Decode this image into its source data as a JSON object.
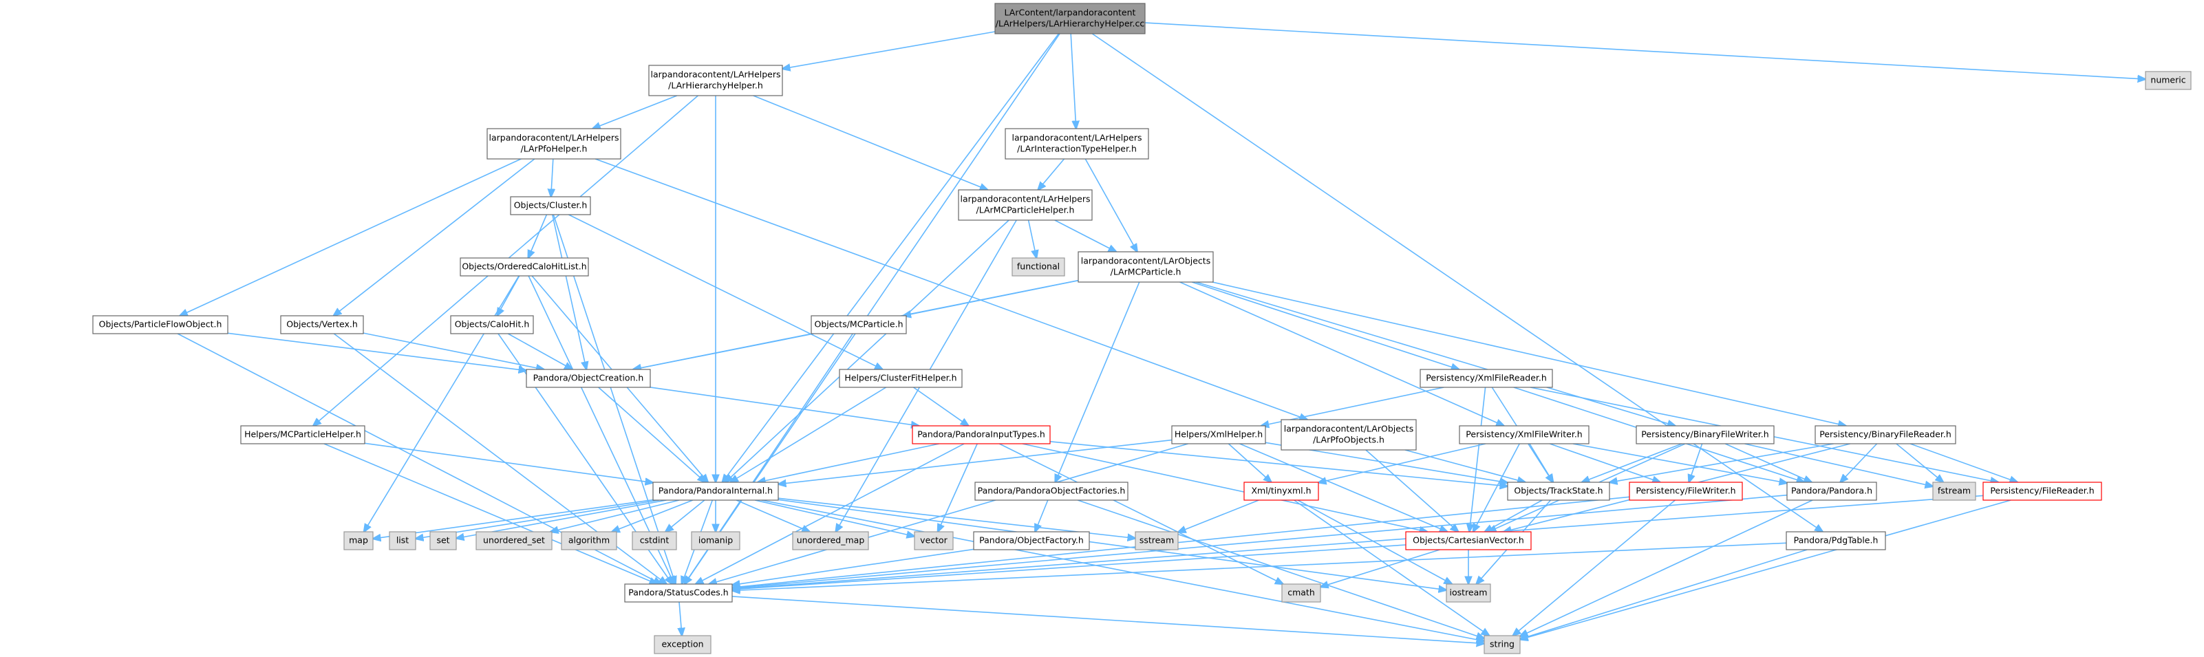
{
  "graph": {
    "title": "LArContent/larpandoracontent/LArHelpers/LArHierarchyHelper.cc",
    "colors": {
      "edge": "#63b8ff",
      "root_fill": "#999999",
      "root_border": "#666666",
      "normal_fill": "#ffffff",
      "normal_border": "#666666",
      "system_fill": "#e0e0e0",
      "system_border": "#999999",
      "missing_border": "#ff0000"
    },
    "nodes": [
      {
        "id": "root",
        "lines": [
          "LArContent/larpandoracontent",
          "/LArHelpers/LArHierarchyHelper.cc"
        ],
        "style": "root"
      },
      {
        "id": "numeric",
        "lines": [
          "numeric"
        ],
        "style": "system"
      },
      {
        "id": "hh",
        "lines": [
          "larpandoracontent/LArHelpers",
          "/LArHierarchyHelper.h"
        ],
        "style": "normal"
      },
      {
        "id": "ith",
        "lines": [
          "larpandoracontent/LArHelpers",
          "/LArInteractionTypeHelper.h"
        ],
        "style": "normal"
      },
      {
        "id": "pfo",
        "lines": [
          "larpandoracontent/LArHelpers",
          "/LArPfoHelper.h"
        ],
        "style": "normal"
      },
      {
        "id": "mcph",
        "lines": [
          "larpandoracontent/LArHelpers",
          "/LArMCParticleHelper.h"
        ],
        "style": "normal"
      },
      {
        "id": "cluster",
        "lines": [
          "Objects/Cluster.h"
        ],
        "style": "normal"
      },
      {
        "id": "functional",
        "lines": [
          "functional"
        ],
        "style": "system"
      },
      {
        "id": "larmcp",
        "lines": [
          "larpandoracontent/LArObjects",
          "/LArMCParticle.h"
        ],
        "style": "normal"
      },
      {
        "id": "ochl",
        "lines": [
          "Objects/OrderedCaloHitList.h"
        ],
        "style": "normal"
      },
      {
        "id": "pfobj",
        "lines": [
          "Objects/ParticleFlowObject.h"
        ],
        "style": "normal"
      },
      {
        "id": "vertex",
        "lines": [
          "Objects/Vertex.h"
        ],
        "style": "normal"
      },
      {
        "id": "calohit",
        "lines": [
          "Objects/CaloHit.h"
        ],
        "style": "normal"
      },
      {
        "id": "mcp",
        "lines": [
          "Objects/MCParticle.h"
        ],
        "style": "normal"
      },
      {
        "id": "objcreate",
        "lines": [
          "Pandora/ObjectCreation.h"
        ],
        "style": "normal"
      },
      {
        "id": "cfh",
        "lines": [
          "Helpers/ClusterFitHelper.h"
        ],
        "style": "normal"
      },
      {
        "id": "xmlreader",
        "lines": [
          "Persistency/XmlFileReader.h"
        ],
        "style": "normal"
      },
      {
        "id": "mcphelper",
        "lines": [
          "Helpers/MCParticleHelper.h"
        ],
        "style": "normal"
      },
      {
        "id": "pit",
        "lines": [
          "Pandora/PandoraInputTypes.h"
        ],
        "style": "missing"
      },
      {
        "id": "xmlhelper",
        "lines": [
          "Helpers/XmlHelper.h"
        ],
        "style": "normal"
      },
      {
        "id": "larpfo",
        "lines": [
          "larpandoracontent/LArObjects",
          "/LArPfoObjects.h"
        ],
        "style": "normal"
      },
      {
        "id": "xmlwriter",
        "lines": [
          "Persistency/XmlFileWriter.h"
        ],
        "style": "normal"
      },
      {
        "id": "binwriter",
        "lines": [
          "Persistency/BinaryFileWriter.h"
        ],
        "style": "normal"
      },
      {
        "id": "binreader",
        "lines": [
          "Persistency/BinaryFileReader.h"
        ],
        "style": "normal"
      },
      {
        "id": "tinyxml",
        "lines": [
          "Xml/tinyxml.h"
        ],
        "style": "missing"
      },
      {
        "id": "pi",
        "lines": [
          "Pandora/PandoraInternal.h"
        ],
        "style": "normal"
      },
      {
        "id": "pof",
        "lines": [
          "Pandora/PandoraObjectFactories.h"
        ],
        "style": "normal"
      },
      {
        "id": "trackstate",
        "lines": [
          "Objects/TrackState.h"
        ],
        "style": "normal"
      },
      {
        "id": "filewriter",
        "lines": [
          "Persistency/FileWriter.h"
        ],
        "style": "missing"
      },
      {
        "id": "pandora",
        "lines": [
          "Pandora/Pandora.h"
        ],
        "style": "normal"
      },
      {
        "id": "fstream",
        "lines": [
          "fstream"
        ],
        "style": "system"
      },
      {
        "id": "filereader",
        "lines": [
          "Persistency/FileReader.h"
        ],
        "style": "missing"
      },
      {
        "id": "map",
        "lines": [
          "map"
        ],
        "style": "system"
      },
      {
        "id": "list",
        "lines": [
          "list"
        ],
        "style": "system"
      },
      {
        "id": "set",
        "lines": [
          "set"
        ],
        "style": "system"
      },
      {
        "id": "uset",
        "lines": [
          "unordered_set"
        ],
        "style": "system"
      },
      {
        "id": "algorithm",
        "lines": [
          "algorithm"
        ],
        "style": "system"
      },
      {
        "id": "cstdint",
        "lines": [
          "cstdint"
        ],
        "style": "system"
      },
      {
        "id": "iomanip",
        "lines": [
          "iomanip"
        ],
        "style": "system"
      },
      {
        "id": "umap",
        "lines": [
          "unordered_map"
        ],
        "style": "system"
      },
      {
        "id": "vector",
        "lines": [
          "vector"
        ],
        "style": "system"
      },
      {
        "id": "objfactory",
        "lines": [
          "Pandora/ObjectFactory.h"
        ],
        "style": "normal"
      },
      {
        "id": "sstream",
        "lines": [
          "sstream"
        ],
        "style": "system"
      },
      {
        "id": "cartvec",
        "lines": [
          "Objects/CartesianVector.h"
        ],
        "style": "missing"
      },
      {
        "id": "pdgtable",
        "lines": [
          "Pandora/PdgTable.h"
        ],
        "style": "normal"
      },
      {
        "id": "cmath",
        "lines": [
          "cmath"
        ],
        "style": "system"
      },
      {
        "id": "iostream",
        "lines": [
          "iostream"
        ],
        "style": "system"
      },
      {
        "id": "statuscodes",
        "lines": [
          "Pandora/StatusCodes.h"
        ],
        "style": "normal"
      },
      {
        "id": "exception",
        "lines": [
          "exception"
        ],
        "style": "system"
      },
      {
        "id": "string",
        "lines": [
          "string"
        ],
        "style": "system"
      }
    ],
    "edges": [
      [
        "root",
        "hh"
      ],
      [
        "root",
        "ith"
      ],
      [
        "root",
        "numeric"
      ],
      [
        "root",
        "pdgtable"
      ],
      [
        "root",
        "pi"
      ],
      [
        "root",
        "statuscodes"
      ],
      [
        "hh",
        "pfo"
      ],
      [
        "hh",
        "mcph"
      ],
      [
        "hh",
        "mcphelper"
      ],
      [
        "hh",
        "pi"
      ],
      [
        "ith",
        "mcph"
      ],
      [
        "ith",
        "larmcp"
      ],
      [
        "pfo",
        "cluster"
      ],
      [
        "pfo",
        "pfobj"
      ],
      [
        "pfo",
        "vertex"
      ],
      [
        "pfo",
        "larpfo"
      ],
      [
        "mcph",
        "larmcp"
      ],
      [
        "mcph",
        "functional"
      ],
      [
        "mcph",
        "pi"
      ],
      [
        "mcph",
        "umap"
      ],
      [
        "cluster",
        "ochl"
      ],
      [
        "cluster",
        "objcreate"
      ],
      [
        "cluster",
        "statuscodes"
      ],
      [
        "cluster",
        "cfh"
      ],
      [
        "ochl",
        "calohit"
      ],
      [
        "ochl",
        "pi"
      ],
      [
        "ochl",
        "map"
      ],
      [
        "ochl",
        "statuscodes"
      ],
      [
        "larmcp",
        "mcp"
      ],
      [
        "larmcp",
        "objcreate"
      ],
      [
        "larmcp",
        "pof"
      ],
      [
        "larmcp",
        "xmlreader"
      ],
      [
        "larmcp",
        "xmlwriter"
      ],
      [
        "larmcp",
        "binwriter"
      ],
      [
        "larmcp",
        "binreader"
      ],
      [
        "pfobj",
        "objcreate"
      ],
      [
        "pfobj",
        "statuscodes"
      ],
      [
        "vertex",
        "objcreate"
      ],
      [
        "vertex",
        "statuscodes"
      ],
      [
        "calohit",
        "objcreate"
      ],
      [
        "calohit",
        "statuscodes"
      ],
      [
        "mcp",
        "objcreate"
      ],
      [
        "mcp",
        "statuscodes"
      ],
      [
        "cfh",
        "pit"
      ],
      [
        "cfh",
        "pi"
      ],
      [
        "objcreate",
        "pit"
      ],
      [
        "objcreate",
        "pi"
      ],
      [
        "xmlreader",
        "xmlhelper"
      ],
      [
        "xmlreader",
        "trackstate"
      ],
      [
        "xmlreader",
        "pandora"
      ],
      [
        "xmlreader",
        "filereader"
      ],
      [
        "xmlreader",
        "cartvec"
      ],
      [
        "mcphelper",
        "pi"
      ],
      [
        "mcphelper",
        "statuscodes"
      ],
      [
        "pit",
        "pi"
      ],
      [
        "pit",
        "trackstate"
      ],
      [
        "pit",
        "cartvec"
      ],
      [
        "pit",
        "vector"
      ],
      [
        "pit",
        "cmath"
      ],
      [
        "pit",
        "statuscodes"
      ],
      [
        "xmlhelper",
        "tinyxml"
      ],
      [
        "xmlhelper",
        "trackstate"
      ],
      [
        "xmlhelper",
        "cartvec"
      ],
      [
        "xmlhelper",
        "statuscodes"
      ],
      [
        "xmlhelper",
        "pi"
      ],
      [
        "larpfo",
        "trackstate"
      ],
      [
        "larpfo",
        "cartvec"
      ],
      [
        "xmlwriter",
        "tinyxml"
      ],
      [
        "xmlwriter",
        "trackstate"
      ],
      [
        "xmlwriter",
        "filewriter"
      ],
      [
        "xmlwriter",
        "pandora"
      ],
      [
        "xmlwriter",
        "cartvec"
      ],
      [
        "binwriter",
        "trackstate"
      ],
      [
        "binwriter",
        "filewriter"
      ],
      [
        "binwriter",
        "pandora"
      ],
      [
        "binwriter",
        "fstream"
      ],
      [
        "binwriter",
        "cartvec"
      ],
      [
        "binreader",
        "trackstate"
      ],
      [
        "binreader",
        "pandora"
      ],
      [
        "binreader",
        "fstream"
      ],
      [
        "binreader",
        "filereader"
      ],
      [
        "binreader",
        "cartvec"
      ],
      [
        "tinyxml",
        "sstream"
      ],
      [
        "tinyxml",
        "iostream"
      ],
      [
        "tinyxml",
        "string"
      ],
      [
        "pi",
        "map"
      ],
      [
        "pi",
        "list"
      ],
      [
        "pi",
        "set"
      ],
      [
        "pi",
        "uset"
      ],
      [
        "pi",
        "algorithm"
      ],
      [
        "pi",
        "cstdint"
      ],
      [
        "pi",
        "iomanip"
      ],
      [
        "pi",
        "umap"
      ],
      [
        "pi",
        "vector"
      ],
      [
        "pi",
        "sstream"
      ],
      [
        "pi",
        "iostream"
      ],
      [
        "pi",
        "string"
      ],
      [
        "pi",
        "statuscodes"
      ],
      [
        "pof",
        "objfactory"
      ],
      [
        "pof",
        "string"
      ],
      [
        "objfactory",
        "statuscodes"
      ],
      [
        "trackstate",
        "cartvec"
      ],
      [
        "trackstate",
        "iostream"
      ],
      [
        "filewriter",
        "statuscodes"
      ],
      [
        "filewriter",
        "string"
      ],
      [
        "pandora",
        "statuscodes"
      ],
      [
        "pandora",
        "string"
      ],
      [
        "filereader",
        "statuscodes"
      ],
      [
        "filereader",
        "string"
      ],
      [
        "cartvec",
        "cmath"
      ],
      [
        "cartvec",
        "iostream"
      ],
      [
        "cartvec",
        "statuscodes"
      ],
      [
        "pdgtable",
        "statuscodes"
      ],
      [
        "pdgtable",
        "string"
      ],
      [
        "statuscodes",
        "exception"
      ],
      [
        "statuscodes",
        "string"
      ]
    ]
  }
}
